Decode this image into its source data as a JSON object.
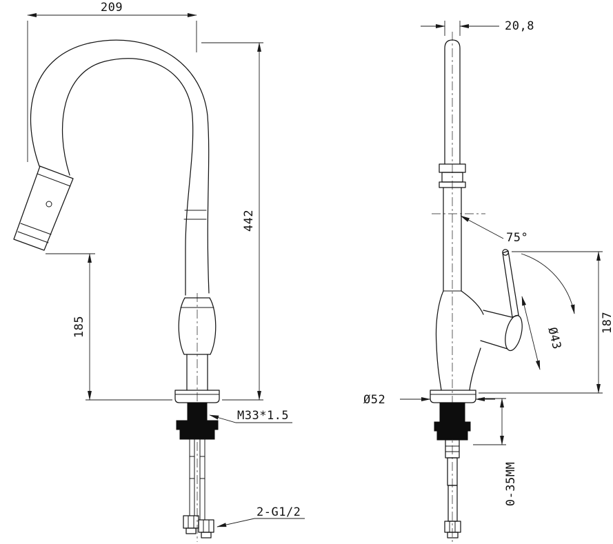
{
  "drawing": {
    "front_view": {
      "width": "209",
      "height": "442",
      "spout_height": "185",
      "thread_spec": "M33*1.5",
      "inlet_spec": "2-G1/2"
    },
    "side_view": {
      "top_width": "20,8",
      "handle_angle": "75°",
      "handle_diameter": "Ø43",
      "base_diameter": "Ø52",
      "height": "187",
      "mount_thickness": "0-35MM"
    },
    "colors": {
      "line": "#141414",
      "background": "#ffffff"
    }
  }
}
